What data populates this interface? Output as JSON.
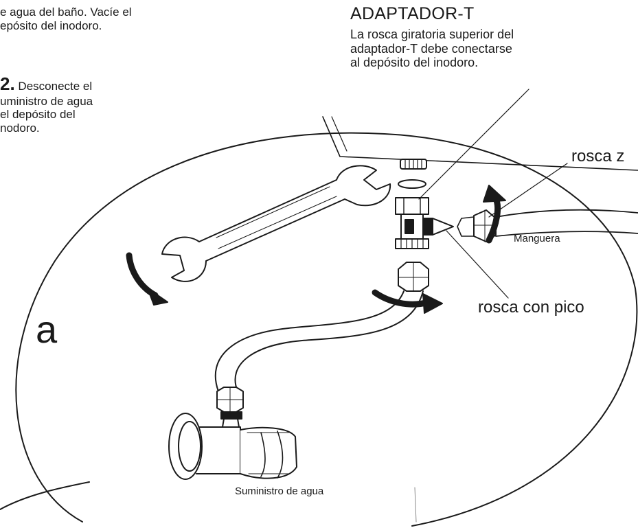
{
  "step1": {
    "lines": [
      "e agua del baño. Vacíe el",
      "epósito del inodoro."
    ]
  },
  "step2": {
    "number": "2.",
    "lines": [
      "Desconecte el",
      "uministro de agua",
      "el depósito del",
      "nodoro."
    ]
  },
  "tee": {
    "title": "ADAPTADOR-T",
    "desc": [
      "La rosca giratoria superior del",
      "adaptador-T debe conectarse",
      "al depósito del inodoro."
    ]
  },
  "labels": {
    "rosca_z": "rosca z",
    "manguera": "Manguera",
    "rosca_pico": "rosca con pico",
    "figure_letter": "a",
    "suministro": "Suministro de agua"
  },
  "colors": {
    "ink": "#1a1a1a",
    "background": "#ffffff"
  }
}
